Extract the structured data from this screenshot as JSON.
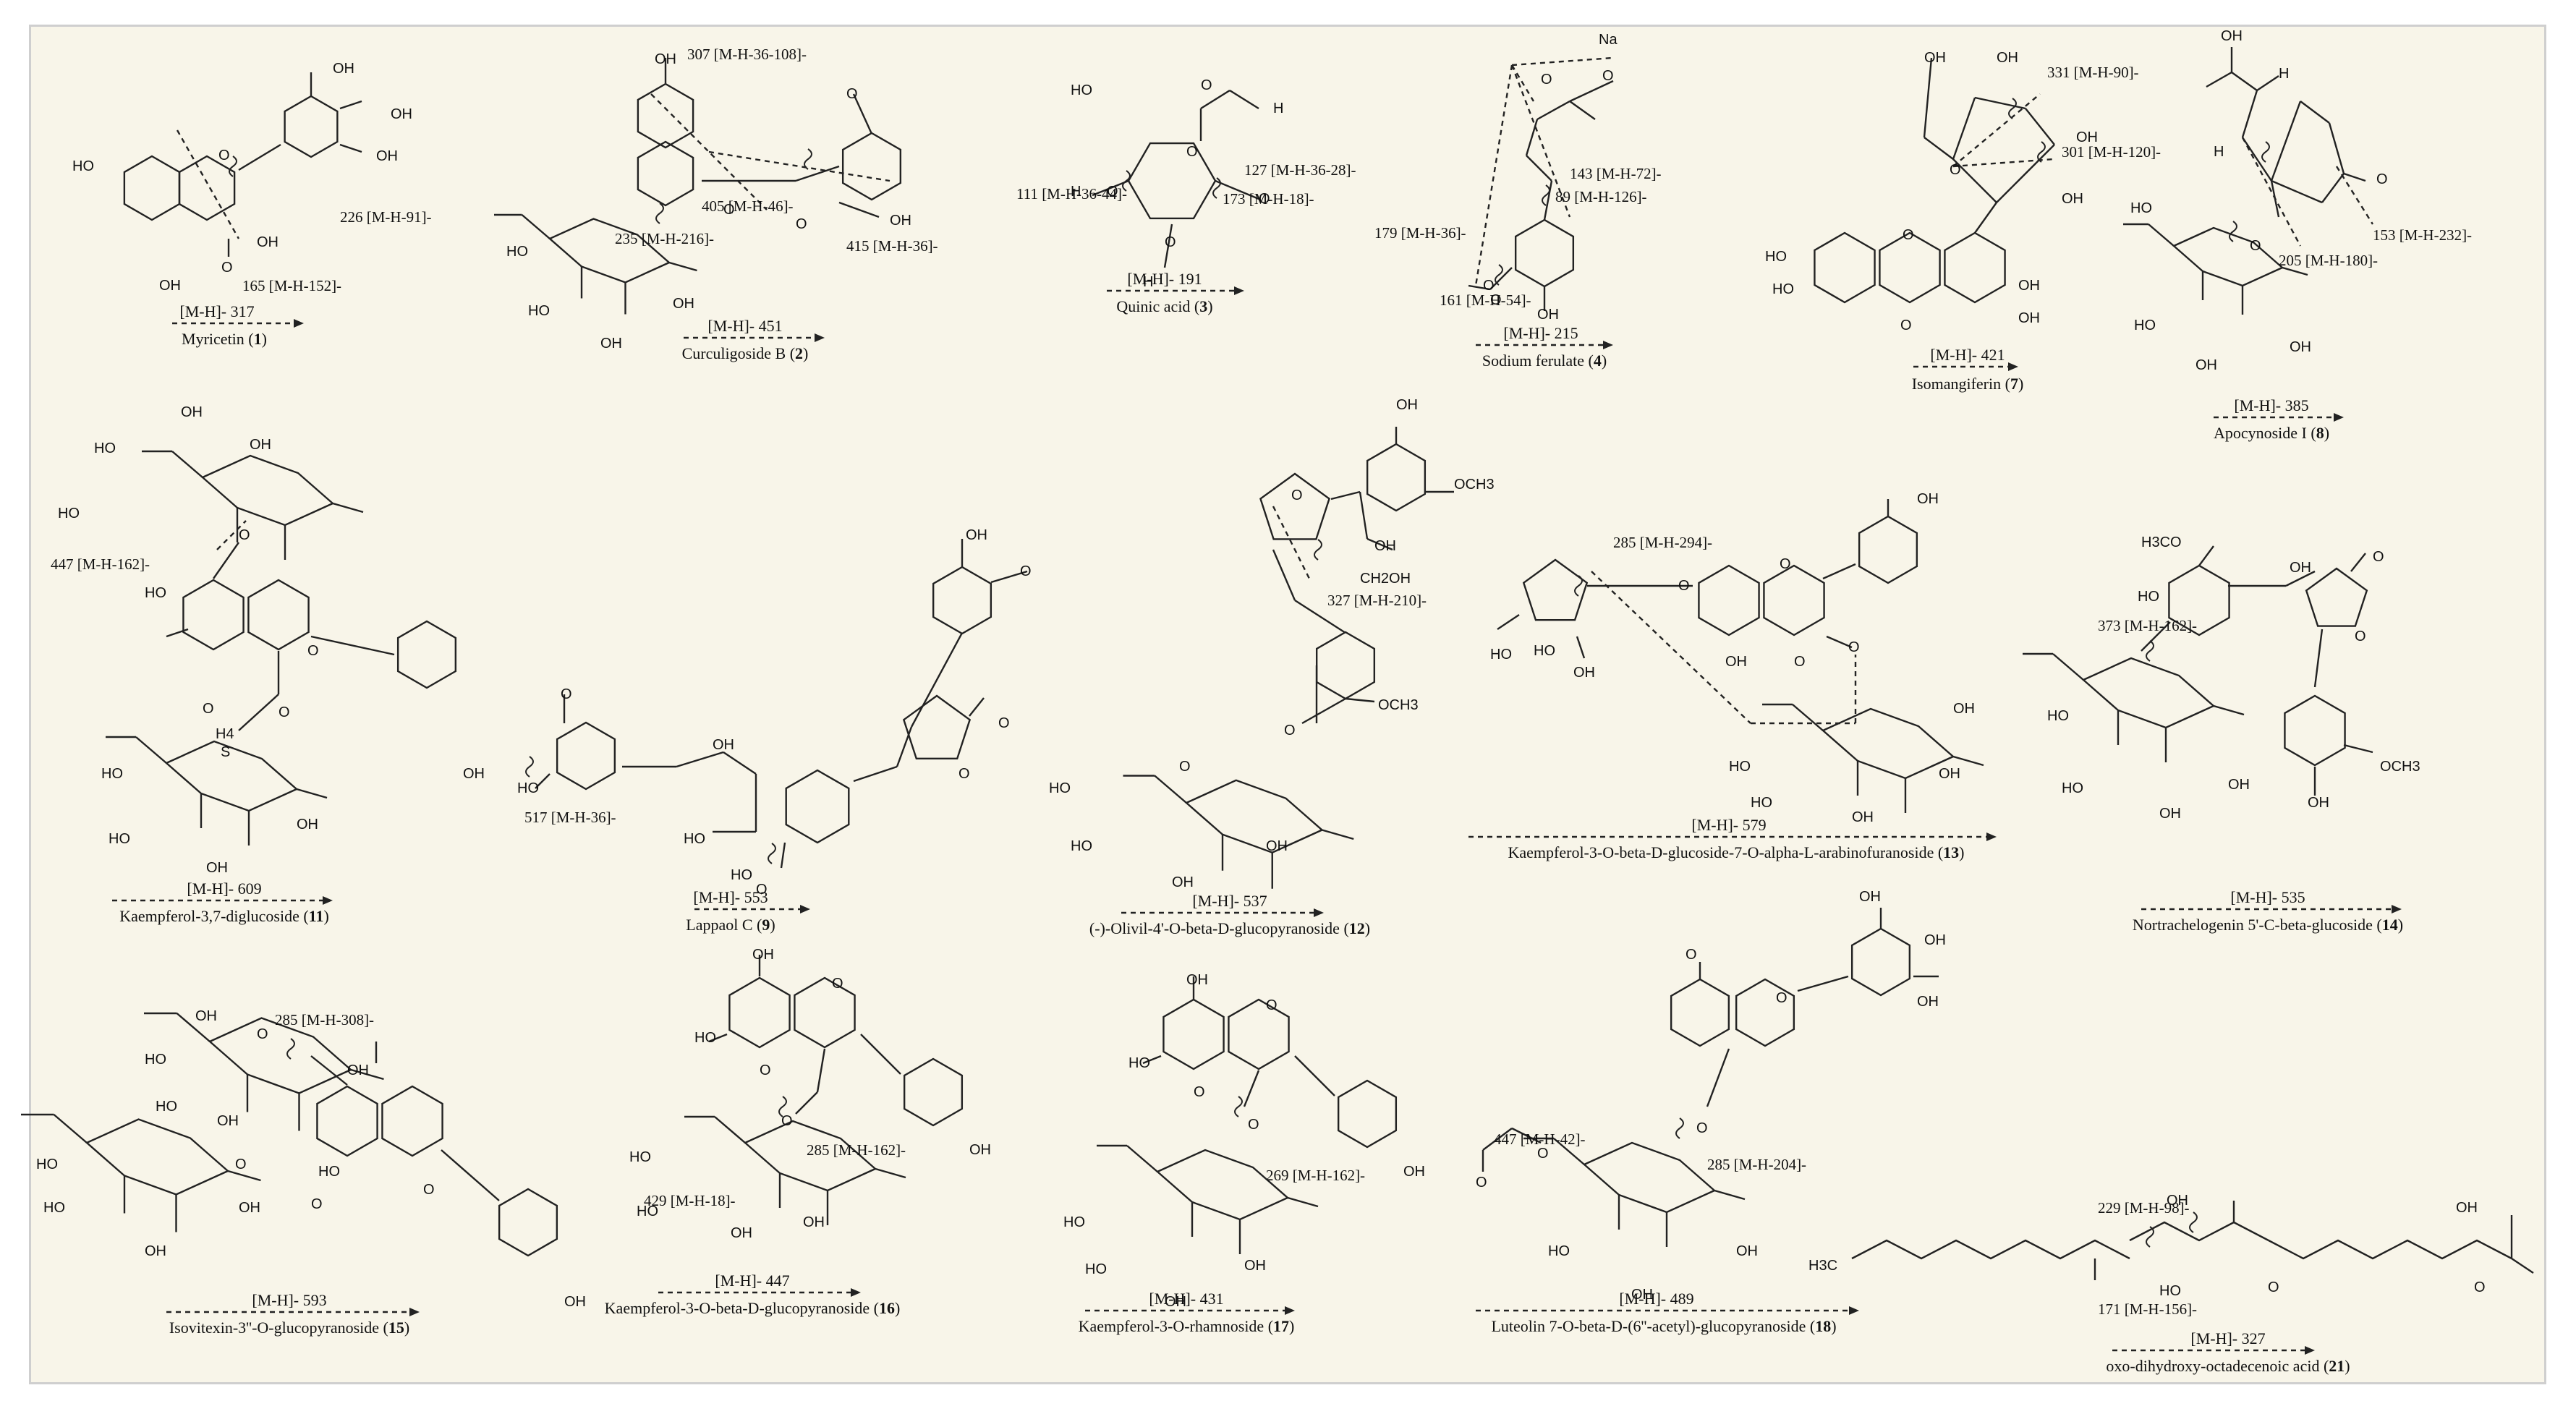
{
  "compounds": [
    {
      "name": "Myricetin",
      "number": "1",
      "parent_ion": "[M-H]- 317",
      "fragments": [
        "226 [M-H-91]-",
        "165 [M-H-152]-"
      ]
    },
    {
      "name": "Curculigoside B",
      "number": "2",
      "parent_ion": "[M-H]- 451",
      "fragments": [
        "307 [M-H-36-108]-",
        "405 [M-H-46]-",
        "235 [M-H-216]-",
        "415 [M-H-36]-"
      ]
    },
    {
      "name": "Quinic acid",
      "number": "3",
      "parent_ion": "[M-H]- 191",
      "fragments": [
        "127 [M-H-36-28]-",
        "111 [M-H-36-44]-",
        "173 [M-H-18]-"
      ]
    },
    {
      "name": "Sodium ferulate",
      "number": "4",
      "parent_ion": "[M-H]- 215",
      "fragments": [
        "143 [M-H-72]-",
        "89 [M-H-126]-",
        "179 [M-H-36]-",
        "161 [M-H-54]-"
      ]
    },
    {
      "name": "Isomangiferin",
      "number": "7",
      "parent_ion": "[M-H]- 421",
      "fragments": [
        "331 [M-H-90]-",
        "301 [M-H-120]-"
      ]
    },
    {
      "name": "Apocynoside I",
      "number": "8",
      "parent_ion": "[M-H]- 385",
      "fragments": [
        "153 [M-H-232]-",
        "205 [M-H-180]-"
      ]
    },
    {
      "name": "Kaempferol-3,7-diglucoside",
      "number": "11",
      "parent_ion": "[M-H]- 609",
      "fragments": [
        "447 [M-H-162]-"
      ]
    },
    {
      "name": "Lappaol C",
      "number": "9",
      "parent_ion": "[M-H]- 553",
      "fragments": [
        "517 [M-H-36]-"
      ]
    },
    {
      "name": "(-)-Olivil-4'-O-beta-D-glucopyranoside",
      "number": "12",
      "parent_ion": "[M-H]- 537",
      "fragments": [
        "327 [M-H-210]-"
      ]
    },
    {
      "name": "Kaempferol-3-O-beta-D-glucoside-7-O-alpha-L-arabinofuranoside",
      "number": "13",
      "parent_ion": "[M-H]- 579",
      "fragments": [
        "285 [M-H-294]-"
      ]
    },
    {
      "name": "Nortrachelogenin 5'-C-beta-glucoside",
      "number": "14",
      "parent_ion": "[M-H]- 535",
      "fragments": [
        "373 [M-H-162]-"
      ]
    },
    {
      "name": "Isovitexin-3''-O-glucopyranoside",
      "number": "15",
      "parent_ion": "[M-H]- 593",
      "fragments": [
        "285 [M-H-308]-"
      ]
    },
    {
      "name": "Kaempferol-3-O-beta-D-glucopyranoside",
      "number": "16",
      "parent_ion": "[M-H]- 447",
      "fragments": [
        "285 [M-H-162]-",
        "429 [M-H-18]-"
      ]
    },
    {
      "name": "Kaempferol-3-O-rhamnoside",
      "number": "17",
      "parent_ion": "[M-H]- 431",
      "fragments": [
        "269 [M-H-162]-"
      ]
    },
    {
      "name": "Luteolin 7-O-beta-D-(6''-acetyl)-glucopyranoside",
      "number": "18",
      "parent_ion": "[M-H]- 489",
      "fragments": [
        "447 [M-H-42]-",
        "285 [M-H-204]-"
      ]
    },
    {
      "name": "oxo-dihydroxy-octadecenoic acid",
      "number": "21",
      "parent_ion": "[M-H]- 327",
      "fragments": [
        "229 [M-H-98]-",
        "171 [M-H-156]-"
      ]
    }
  ],
  "atoms": [
    "OH",
    "O",
    "HO",
    "Na",
    "H",
    "OCH3",
    "CH2OH",
    "H3C",
    "H4",
    "S"
  ]
}
